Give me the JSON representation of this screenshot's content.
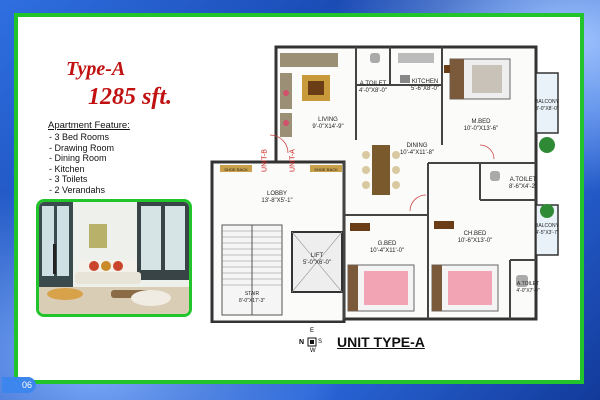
{
  "title": {
    "type_label": "Type-A",
    "area": "1285 sft."
  },
  "features": {
    "heading": "Apartment Feature:",
    "items": [
      "- 3 Bed Rooms",
      "- Drawing Room",
      "- Dining Room",
      "- Kitchen",
      "- 3 Toilets",
      "- 2 Verandahs"
    ]
  },
  "rooms": {
    "living": [
      "LIVING",
      "9'-0\"X14'-9\""
    ],
    "a_toilet_top": [
      "A.TOILET",
      "4'-0\"X8'-0\""
    ],
    "kitchen": [
      "KITCHEN",
      "5'-6\"X8'-0\""
    ],
    "m_bed": [
      "M.BED",
      "10'-0\"X13'-6\""
    ],
    "balcony_top": [
      "BALCONY",
      "3'-0\"X8'-0\""
    ],
    "dining": [
      "DINING",
      "10'-4\"X11'-8\""
    ],
    "a_toilet_mid": [
      "A.TOILET",
      "8'-6\"X4'-2\""
    ],
    "lobby": [
      "LOBBY",
      "13'-8\"X5'-1\""
    ],
    "lift": [
      "LIFT",
      "5'-0\"X6'-0\""
    ],
    "g_bed": [
      "G.BED",
      "10'-4\"X11'-0\""
    ],
    "ch_bed": [
      "CH.BED",
      "10'-6\"X13'-0\""
    ],
    "balcony_right": [
      "BALCONY",
      "4'-5\"X3'-7\""
    ],
    "a_toilet_bottom": [
      "A.TOILET",
      "4'-0\"X7'-0\""
    ],
    "stair": [
      "STAIR",
      "8'-0\"X17'-3\""
    ],
    "shoe_rack": "SHOE RACK",
    "unit_b": "UNIT-B",
    "unit_a": "UNIT-A"
  },
  "compass": {
    "n": "N",
    "e": "E",
    "s": "S",
    "w": "W"
  },
  "unit_title": "UNIT TYPE-A",
  "page_number": "06"
}
